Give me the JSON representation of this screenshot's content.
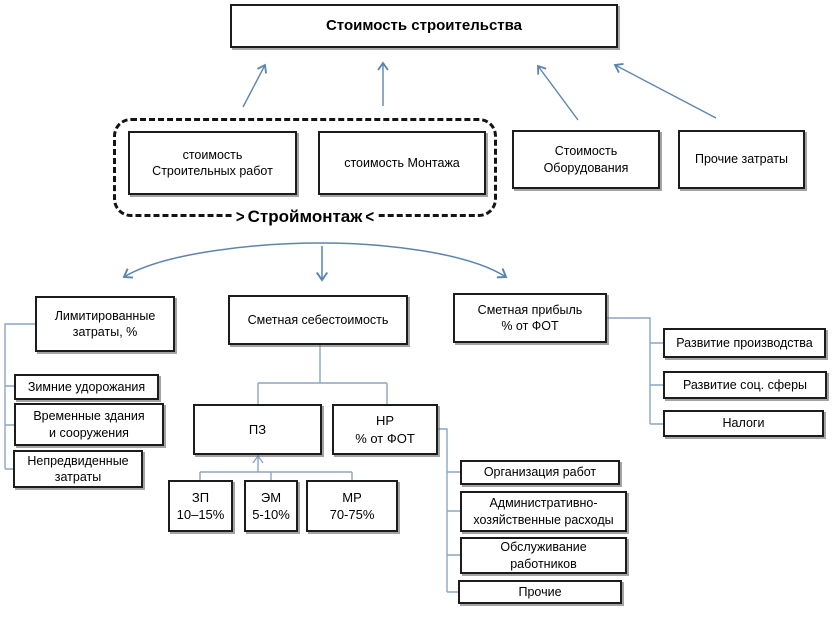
{
  "colors": {
    "connector": "#8aa6c6",
    "arrow": "#5b84b1",
    "box_border": "#1c1c1c"
  },
  "nodes": {
    "title": "Стоимость строительства",
    "construction_works": {
      "line1": "стоимость",
      "line2": "Строительных работ"
    },
    "installation": "стоимость Монтажа",
    "stroymontazh": {
      "label": "Строймонтаж",
      "left_arrow_glyph": ">",
      "right_arrow_glyph": "<"
    },
    "equipment": {
      "line1": "Стоимость",
      "line2": "Оборудования"
    },
    "other_costs": "Прочие затраты",
    "limited_costs": {
      "line1": "Лимитированные",
      "line2": "затраты, %"
    },
    "estimated_prime_cost": "Сметная себестоимость",
    "estimated_profit": {
      "line1": "Сметная прибыль",
      "line2": "% от ФОТ"
    },
    "winter": "Зимние удорожания",
    "temporary": {
      "line1": "Временные здания",
      "line2": "и сооружения"
    },
    "unforeseen": {
      "line1": "Непредвиденные",
      "line2": "затраты"
    },
    "pz": "ПЗ",
    "nr": {
      "line1": "НР",
      "line2": "% от ФОТ"
    },
    "zp": {
      "line1": "ЗП",
      "line2": "10–15%"
    },
    "em": {
      "line1": "ЭМ",
      "line2": "5-10%"
    },
    "mr": {
      "line1": "МР",
      "line2": "70-75%"
    },
    "org_work": "Организация работ",
    "admin": {
      "line1": "Административно-",
      "line2": "хозяйственные расходы"
    },
    "service": {
      "line1": "Обслуживание",
      "line2": "работников"
    },
    "other": "Прочие",
    "dev_production": "Развитие производства",
    "dev_social": "Развитие соц. сферы",
    "taxes": "Налоги"
  }
}
